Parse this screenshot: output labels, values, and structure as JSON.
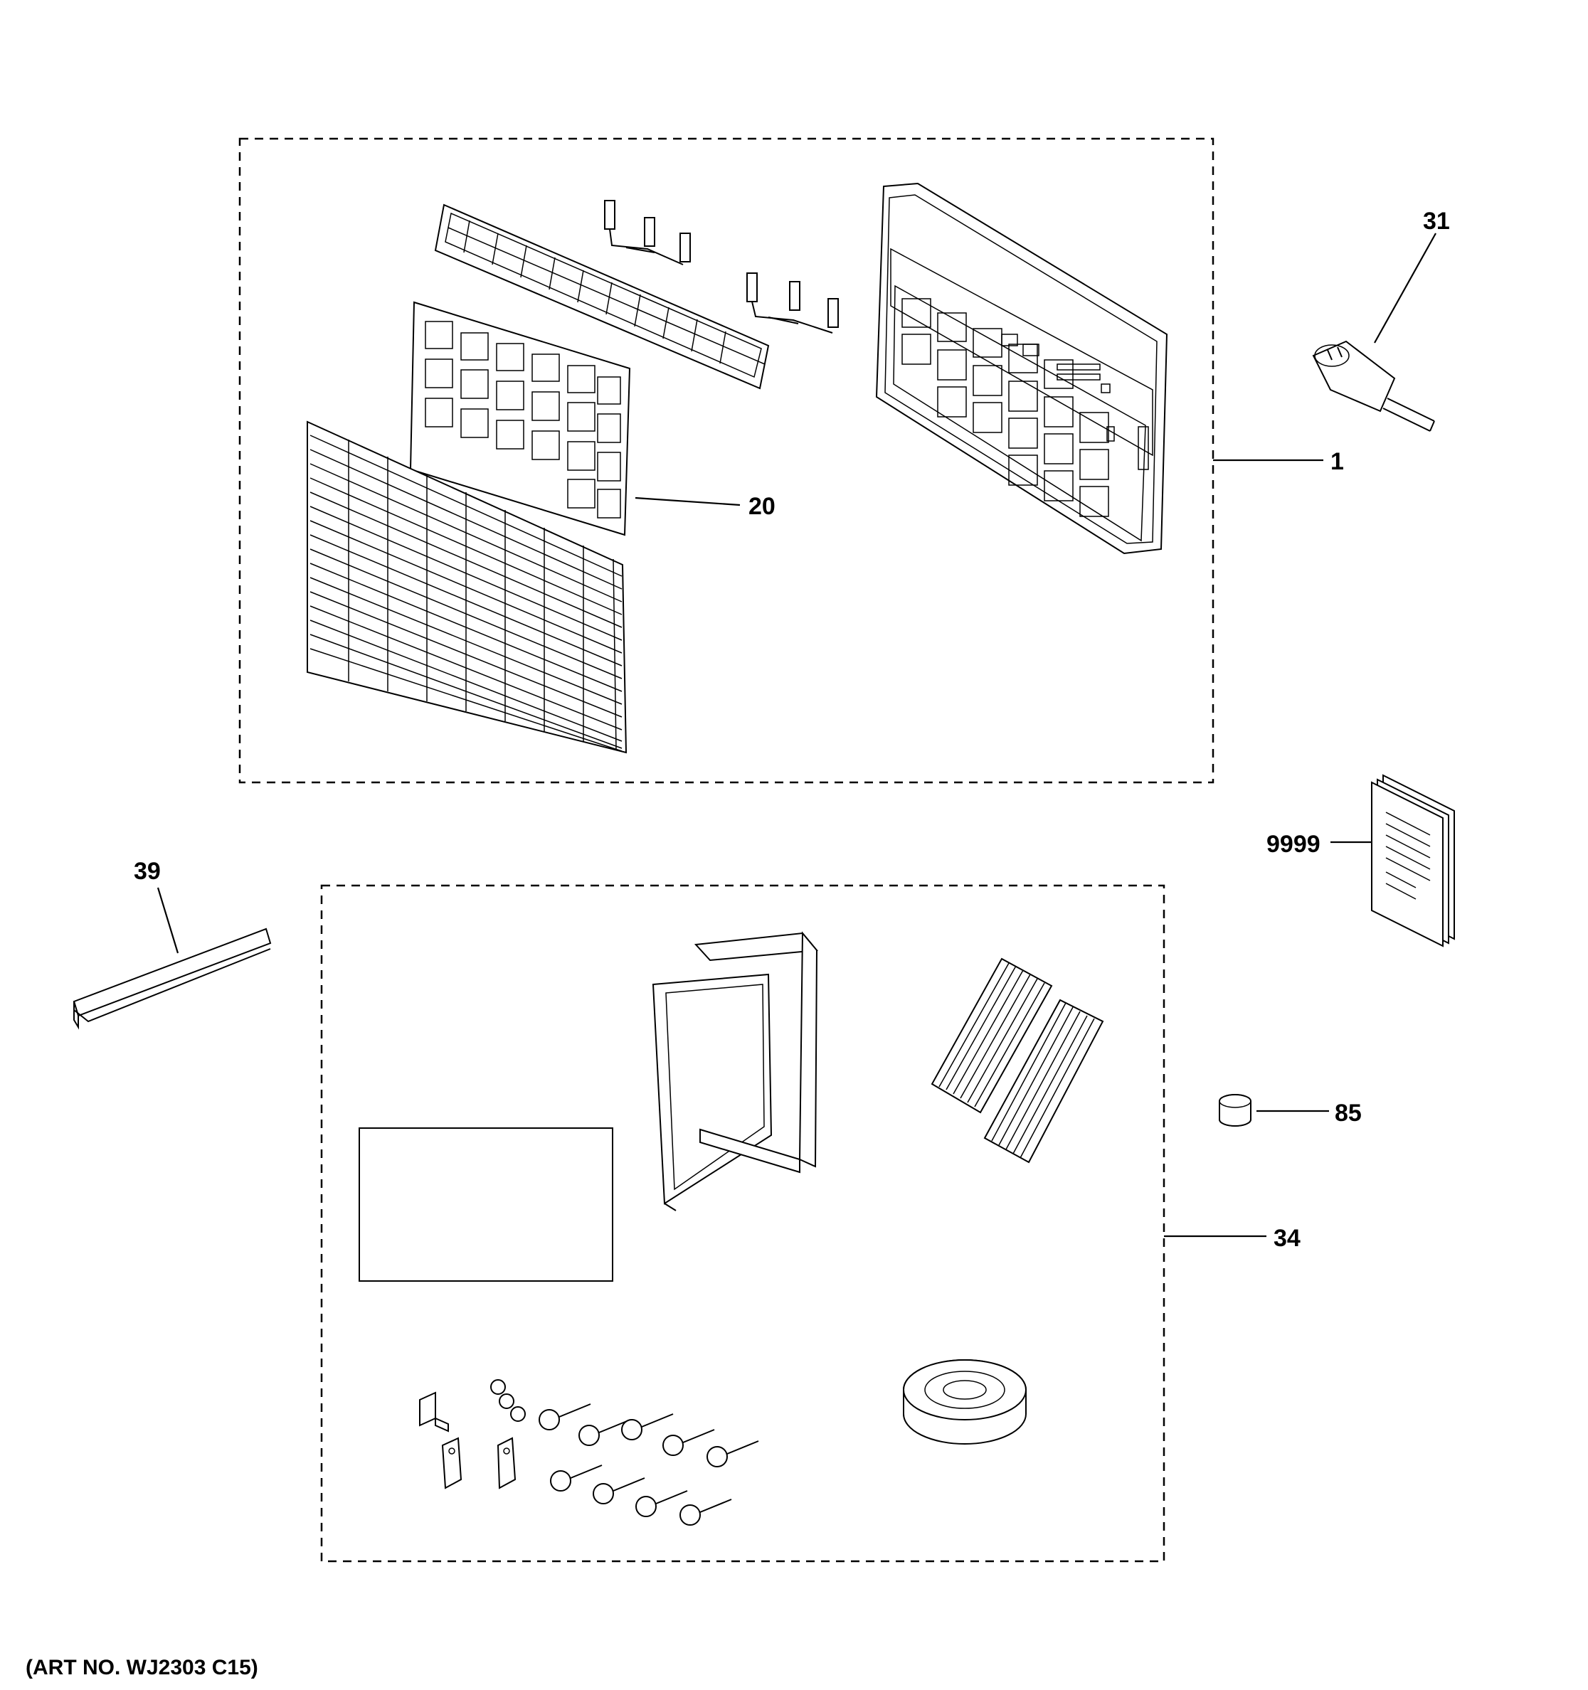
{
  "callouts": {
    "c1": "1",
    "c20": "20",
    "c31": "31",
    "c39": "39",
    "c9999": "9999",
    "c85": "85",
    "c34": "34"
  },
  "footer": {
    "art_number": "(ART NO. WJ2303 C15)"
  },
  "parts": [
    "front-panel-assembly",
    "air-filter",
    "power-cord-plug",
    "top-rail",
    "owners-manual",
    "drain-plug",
    "installation-kit"
  ],
  "colors": {
    "line": "#000000",
    "background": "#ffffff"
  }
}
